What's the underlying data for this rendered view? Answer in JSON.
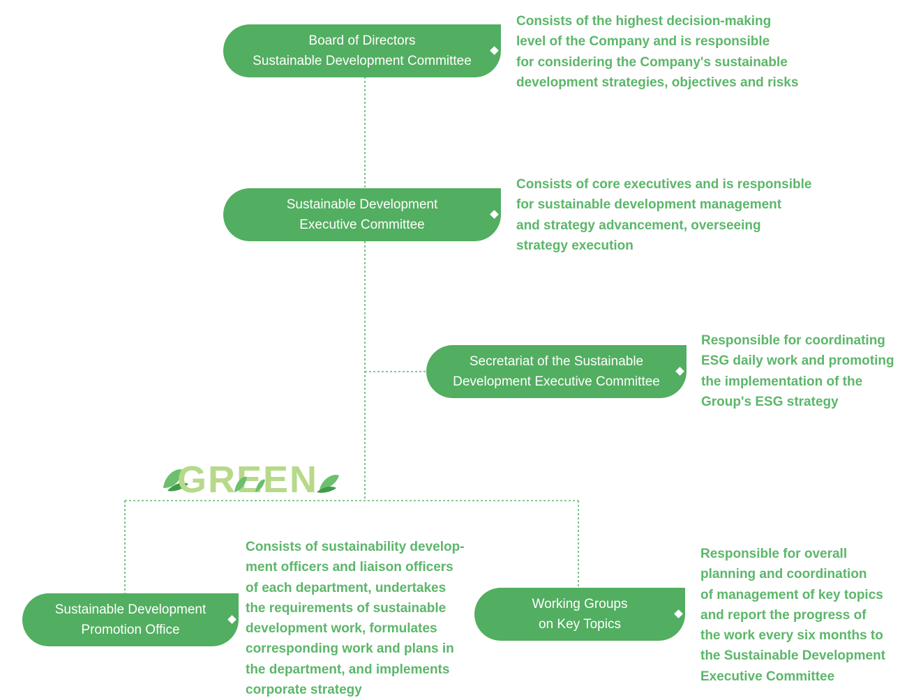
{
  "colors": {
    "node_fill": "#52ae60",
    "node_text": "#ffffff",
    "description_text": "#5cb66a",
    "connector": "#5cb66a",
    "decoration_light": "#b6d98a",
    "decoration_leaf": "#6bbf6e"
  },
  "nodes": {
    "board": {
      "label": "Board of Directors\nSustainable Development Committee"
    },
    "executive": {
      "label": "Sustainable Development\nExecutive Committee"
    },
    "secretariat": {
      "label": "Secretariat of the Sustainable\nDevelopment Executive Committee"
    },
    "promotion": {
      "label": "Sustainable Development\nPromotion Office"
    },
    "working": {
      "label": "Working Groups\non Key Topics"
    }
  },
  "descriptions": {
    "board": "Consists of the highest decision-making\nlevel of the Company and is responsible\nfor considering the Company's sustainable\ndevelopment strategies, objectives and risks",
    "executive": "Consists of core executives and is responsible\nfor sustainable development management\nand strategy advancement, overseeing\nstrategy execution",
    "secretariat": "Responsible for coordinating\nESG daily work and promoting\nthe implementation of the\nGroup's ESG strategy",
    "promotion": "Consists of sustainability develop-\nment officers and liaison officers\nof each department, undertakes\nthe requirements of sustainable\ndevelopment work, formulates\ncorresponding work and plans in\nthe department, and implements\ncorporate strategy",
    "working": "Responsible for overall\nplanning and coordination\nof management of key topics\nand report the progress of\nthe work every six months to\nthe Sustainable Development\nExecutive Committee"
  },
  "decoration": {
    "word": "GREEN",
    "icon": "leaf-icon"
  }
}
